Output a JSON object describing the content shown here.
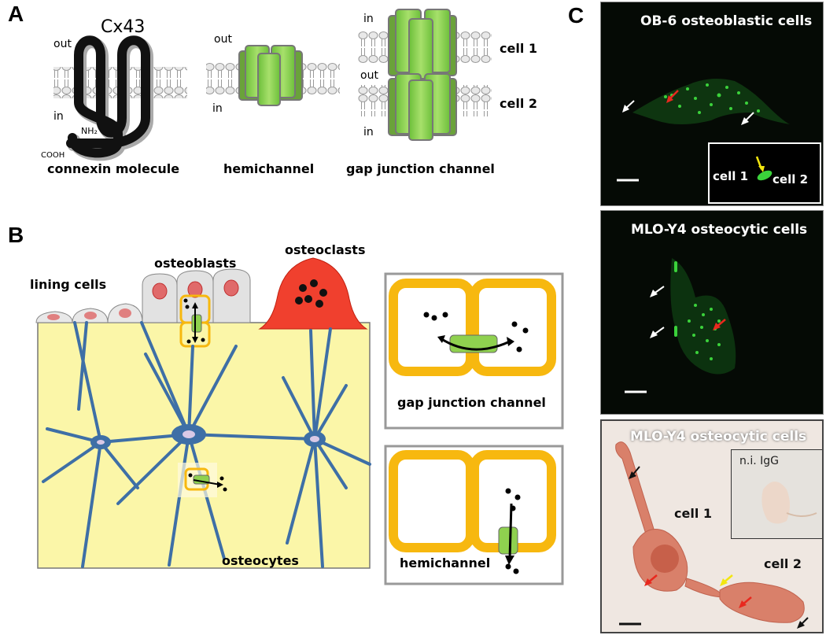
{
  "panel_a": {
    "letter": "A",
    "molecule_name": "Cx43",
    "out_label": "out",
    "in_label": "in",
    "nh2_label": "NH₂",
    "cooh_label": "COOH",
    "caption_molecule": "connexin molecule",
    "caption_hemichannel": "hemichannel",
    "caption_gap": "gap junction channel",
    "hemi_out": "out",
    "hemi_in": "in",
    "gap_in_top": "in",
    "gap_out": "out",
    "gap_in_bottom": "in",
    "cell1": "cell 1",
    "cell2": "cell 2"
  },
  "panel_b": {
    "letter": "B",
    "lining_cells": "lining cells",
    "osteoblasts": "osteoblasts",
    "osteoclasts": "osteoclasts",
    "osteocytes": "osteocytes",
    "box_gap": "gap junction channel",
    "box_hemi": "hemichannel"
  },
  "panel_c": {
    "letter": "C",
    "top_title": "OB-6 osteoblastic cells",
    "top_inset_cell1": "cell 1",
    "top_inset_cell2": "cell 2",
    "mid_title": "MLO-Y4 osteocytic cells",
    "bottom_title": "MLO-Y4 osteocytic cells",
    "bottom_inset": "n.i. IgG",
    "bottom_cell1": "cell 1",
    "bottom_cell2": "cell 2"
  },
  "colors": {
    "channel_green": "#8fd14f",
    "bone_matrix": "#fbf6a8",
    "osteocyte_blue": "#3e6fa6",
    "osteoclast_red": "#f0402e",
    "cell_outline_orange": "#f7b80f",
    "fluorescence_green": "#39d23a",
    "arrow_red": "#e8281e",
    "arrow_yellow": "#f2e60f"
  }
}
